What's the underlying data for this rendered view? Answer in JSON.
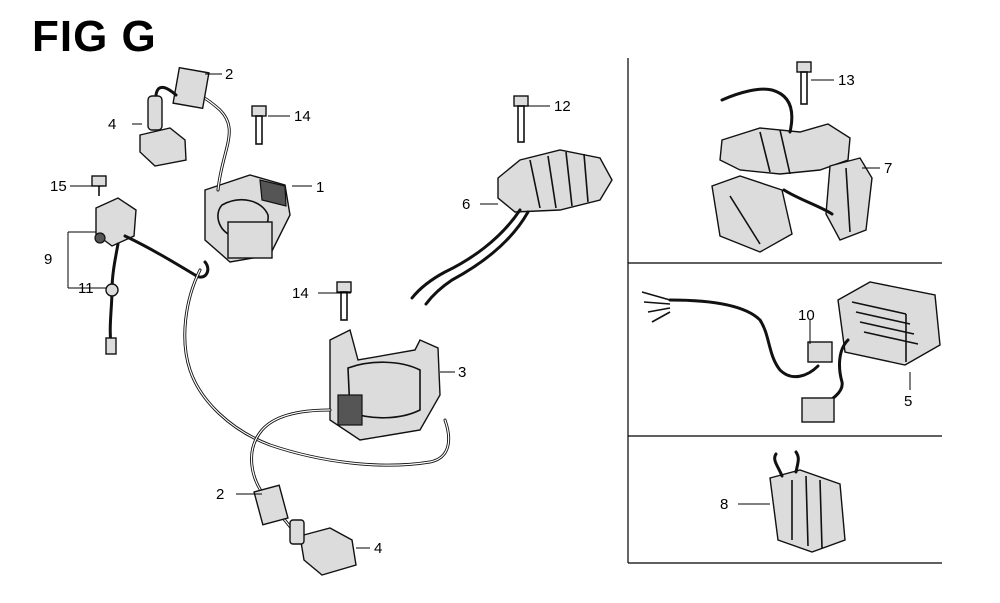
{
  "figure": {
    "title": "FIG G"
  },
  "callouts": {
    "c1": "1",
    "c2_top": "2",
    "c2_bottom": "2",
    "c3": "3",
    "c4_top": "4",
    "c4_bottom": "4",
    "c5": "5",
    "c6": "6",
    "c7": "7",
    "c8": "8",
    "c9": "9",
    "c10": "10",
    "c11": "11",
    "c12": "12",
    "c13": "13",
    "c14_top": "14",
    "c14_mid": "14",
    "c15": "15"
  }
}
